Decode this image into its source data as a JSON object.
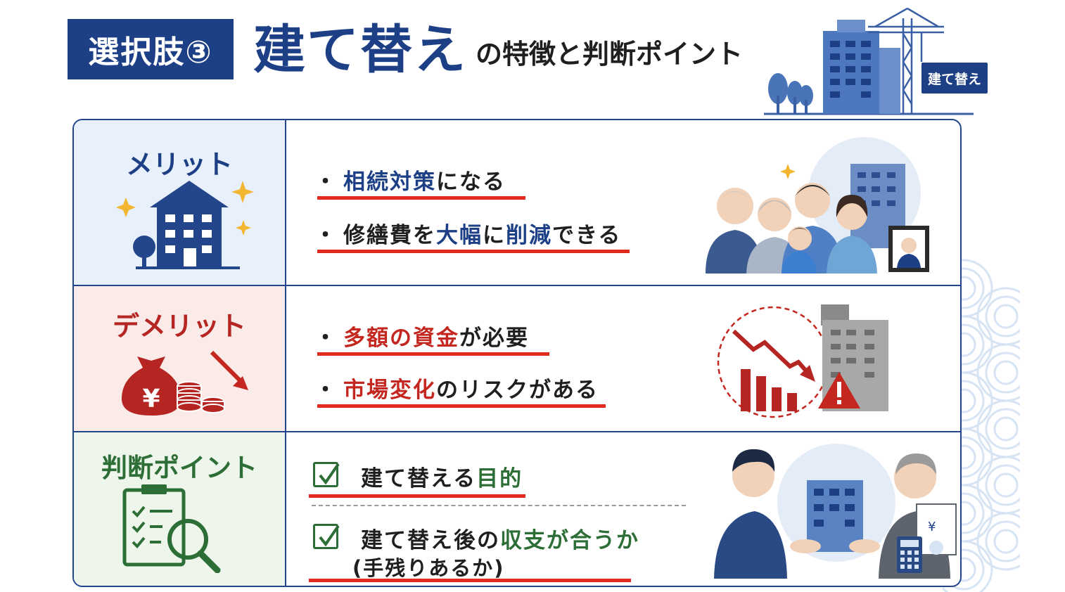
{
  "header": {
    "badge": "選択肢③",
    "title": "建て替え",
    "subtitle": "の特徴と判断ポイント",
    "sign_label": "建て替え"
  },
  "rows": [
    {
      "label": "メリット",
      "items": [
        {
          "pre": "",
          "hl": "相続対策",
          "post": "になる"
        },
        {
          "pre": "修繕費を",
          "hl": "大幅",
          "mid": "に",
          "hl2": "削減",
          "post": "できる"
        }
      ]
    },
    {
      "label": "デメリット",
      "items": [
        {
          "hl": "多額の資金",
          "post": "が必要"
        },
        {
          "hl": "市場変化",
          "post": "のリスクがある"
        }
      ]
    },
    {
      "label": "判断ポイント",
      "items": [
        {
          "pre": "建て替える",
          "hl": "目的",
          "post": ""
        },
        {
          "pre": "建て替え後の",
          "hl": "収支が合うか",
          "post": "",
          "line2": "(手残りあるか)"
        }
      ]
    }
  ],
  "colors": {
    "navy": "#1d3f86",
    "red": "#c4271f",
    "green": "#2c6e36",
    "underline": "#e12a1e"
  },
  "icons": [
    "building-icon",
    "sparkle-icon",
    "money-bag-yen-icon",
    "coins-icon",
    "down-arrow-icon",
    "checklist-magnifier-icon",
    "checkbox-icon"
  ],
  "yen_symbol": "¥"
}
